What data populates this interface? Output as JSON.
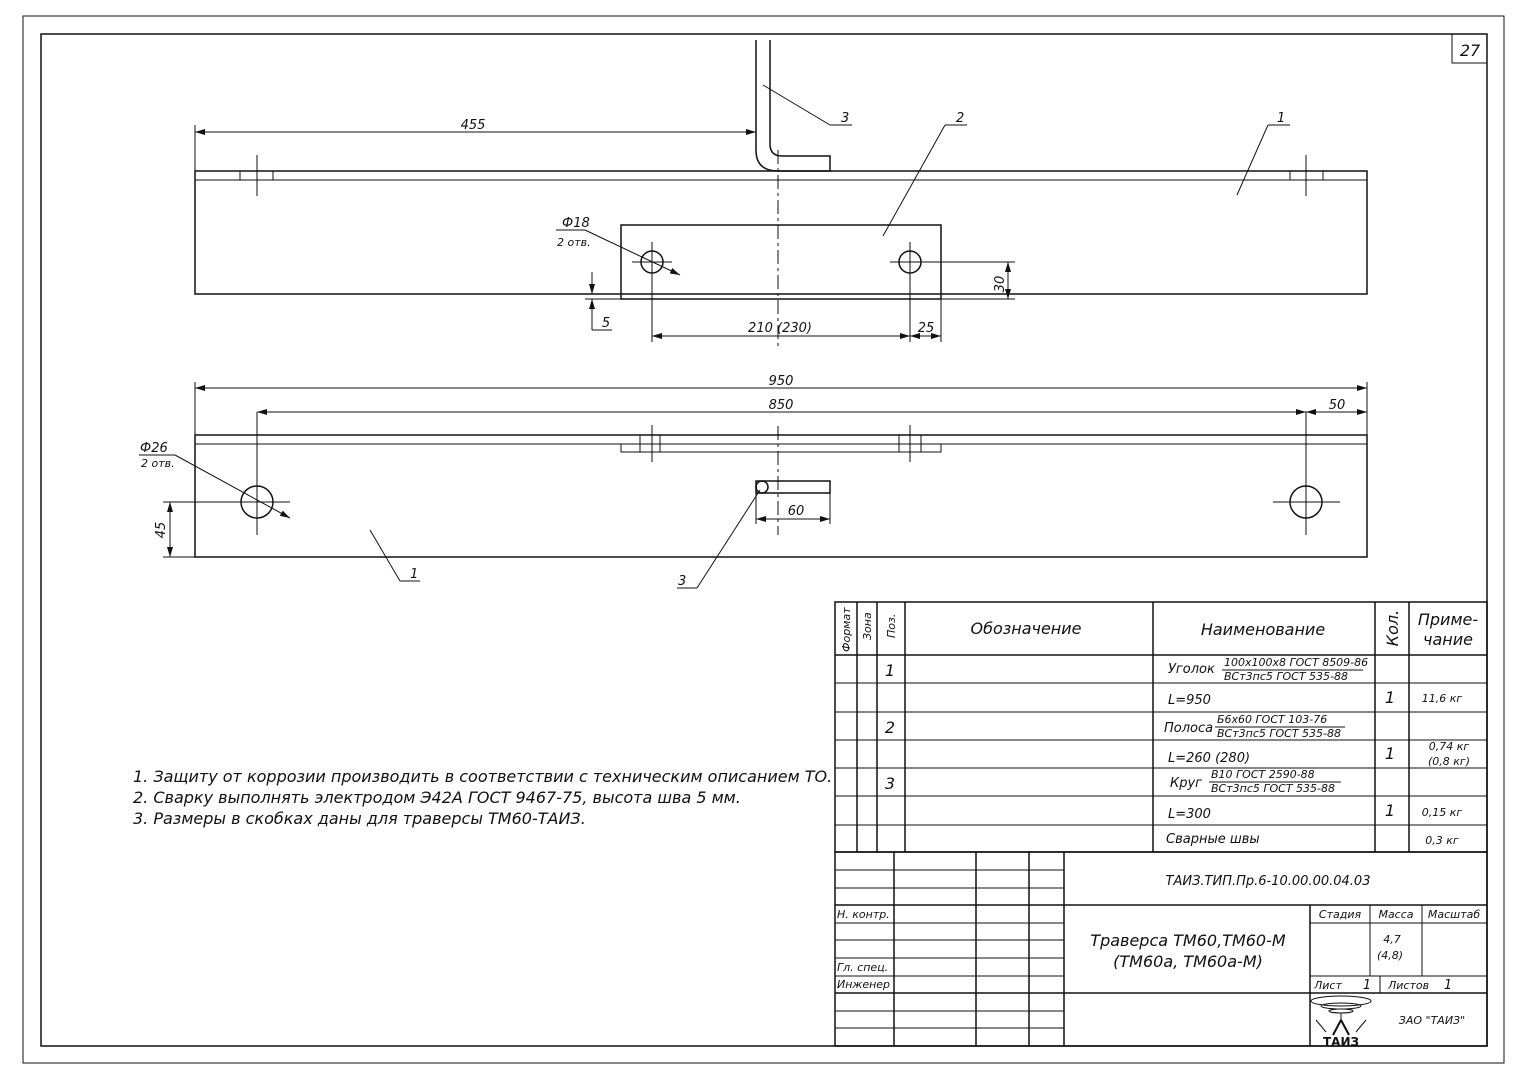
{
  "sheet_number": "27",
  "top_view": {
    "dim_455": "455",
    "dim_210": "210 (230)",
    "dim_25": "25",
    "dim_30": "30",
    "dim_5": "5",
    "hole_diameter": "Ф18",
    "hole_count": "2 отв.",
    "pos_1": "1",
    "pos_2": "2",
    "pos_3": "3"
  },
  "front_view": {
    "dim_950": "950",
    "dim_850": "850",
    "dim_50": "50",
    "dim_60": "60",
    "dim_45": "45",
    "hole_diameter": "Ф26",
    "hole_count": "2 отв.",
    "pos_1": "1",
    "pos_3": "3"
  },
  "notes": [
    "1. Защиту от коррозии производить в соответствии с техническим описанием ТО.",
    "2. Сварку выполнять электродом Э42А ГОСТ 9467-75, высота шва 5 мм.",
    "3. Размеры в скобках даны для траверсы ТМ60-ТАИЗ."
  ],
  "spec_table": {
    "headers": {
      "format": "Формат",
      "zone": "Зона",
      "pos": "Поз.",
      "designation": "Обозначение",
      "name": "Наименование",
      "qty": "Кол.",
      "note_l1": "Приме-",
      "note_l2": "чание"
    },
    "rows": [
      {
        "pos": "1",
        "name_main": "Уголок",
        "frac_top": "100х100х8 ГОСТ 8509-86",
        "frac_bottom": "ВСт3пс5 ГОСТ 535-88"
      },
      {
        "name": "L=950",
        "qty": "1",
        "note": "11,6 кг"
      },
      {
        "pos": "2",
        "name_main": "Полоса",
        "frac_top": "Б6х60 ГОСТ 103-76",
        "frac_bottom": "ВСт3пс5 ГОСТ 535-88"
      },
      {
        "name": "L=260 (280)",
        "qty": "1",
        "note_l1": "0,74 кг",
        "note_l2": "(0,8 кг)"
      },
      {
        "pos": "3",
        "name_main": "Круг",
        "frac_top": "В10 ГОСТ 2590-88",
        "frac_bottom": "ВСт3пс5 ГОСТ 535-88"
      },
      {
        "name": "L=300",
        "qty": "1",
        "note": "0,15 кг"
      },
      {
        "name": "Сварные швы",
        "note": "0,3 кг"
      }
    ]
  },
  "title_block": {
    "doc_number": "ТАИЗ.ТИП.Пр.6-10.00.00.04.03",
    "title_l1": "Траверса ТМ60,ТМ60-М",
    "title_l2": "(ТМ60а, ТМ60а-М)",
    "stage_label": "Стадия",
    "mass_label": "Масса",
    "scale_label": "Масштаб",
    "mass_l1": "4,7",
    "mass_l2": "(4,8)",
    "sheet_label": "Лист",
    "sheet_value": "1",
    "sheets_label": "Листов",
    "sheets_value": "1",
    "n_kontr": "Н. контр.",
    "gl_spec": "Гл. спец.",
    "engineer": "Инженер",
    "company": "ЗАО \"ТАИЗ\"",
    "logo_text": "ТАИЗ"
  },
  "colors": {
    "ink": "#111111",
    "paper": "#ffffff"
  }
}
